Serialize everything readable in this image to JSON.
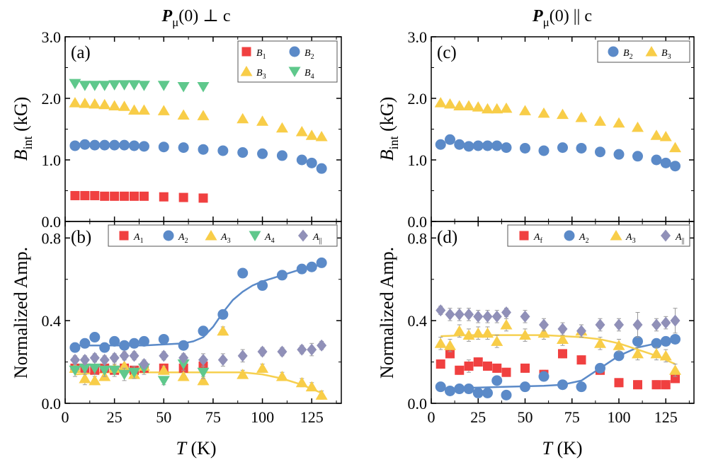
{
  "colors": {
    "red": "#f04040",
    "blue": "#5b8ac8",
    "yellow": "#f8cd48",
    "green": "#5fc88c",
    "purple": "#9090b8",
    "fitBlue": "#5b8ac8",
    "fitYellow": "#f6d050"
  },
  "titles": {
    "left": {
      "main": "P",
      "sub": "μ",
      "rest": "(0) ⊥ c"
    },
    "right": {
      "main": "P",
      "sub": "μ",
      "rest": "(0) || c"
    }
  },
  "xaxis": {
    "label_var": "T",
    "label_unit": " (K)",
    "ticks": [
      "0",
      "25",
      "50",
      "75",
      "100",
      "125"
    ]
  },
  "yaxis_top": {
    "label_main": "B",
    "label_sub": "int",
    "label_unit": " (kG)",
    "ticks": [
      "0.0",
      "1.0",
      "2.0",
      "3.0"
    ]
  },
  "yaxis_bottom": {
    "label": "Normalized Amp.",
    "ticks": [
      "0.0",
      "0.4",
      "0.8"
    ]
  },
  "panel_labels": {
    "a": "(a)",
    "b": "(b)",
    "c": "(c)",
    "d": "(d)"
  },
  "chart_data": [
    {
      "panel": "(a)",
      "type": "scatter",
      "xlim": [
        0,
        140
      ],
      "ylim": [
        0,
        3.0
      ],
      "legend": "top-right",
      "xlabel": "T (K)",
      "ylabel": "B_int (kG)",
      "series": [
        {
          "name": "B1",
          "label": "B",
          "sub": "1",
          "marker": "square",
          "color": "red",
          "x": [
            5,
            10,
            15,
            20,
            25,
            30,
            35,
            40,
            50,
            60,
            70
          ],
          "y": [
            0.42,
            0.42,
            0.42,
            0.41,
            0.41,
            0.41,
            0.41,
            0.41,
            0.4,
            0.39,
            0.38
          ]
        },
        {
          "name": "B2",
          "label": "B",
          "sub": "2",
          "marker": "circle",
          "color": "blue",
          "x": [
            5,
            10,
            15,
            20,
            25,
            30,
            35,
            40,
            50,
            60,
            70,
            80,
            90,
            100,
            110,
            120,
            125,
            130
          ],
          "y": [
            1.23,
            1.25,
            1.24,
            1.24,
            1.24,
            1.24,
            1.23,
            1.22,
            1.21,
            1.2,
            1.17,
            1.15,
            1.12,
            1.1,
            1.07,
            1.0,
            0.95,
            0.86
          ]
        },
        {
          "name": "B3",
          "label": "B",
          "sub": "3",
          "marker": "triangle",
          "color": "yellow",
          "x": [
            5,
            10,
            15,
            20,
            25,
            30,
            35,
            40,
            50,
            60,
            70,
            90,
            100,
            110,
            120,
            125,
            130
          ],
          "y": [
            1.93,
            1.92,
            1.91,
            1.9,
            1.88,
            1.87,
            1.81,
            1.81,
            1.8,
            1.73,
            1.72,
            1.67,
            1.63,
            1.52,
            1.46,
            1.4,
            1.38
          ]
        },
        {
          "name": "B4",
          "label": "B",
          "sub": "4",
          "marker": "triangle-down",
          "color": "green",
          "x": [
            5,
            10,
            15,
            20,
            25,
            30,
            35,
            40,
            50,
            60,
            70
          ],
          "y": [
            2.24,
            2.21,
            2.21,
            2.21,
            2.22,
            2.22,
            2.22,
            2.21,
            2.21,
            2.19,
            2.19
          ]
        }
      ]
    },
    {
      "panel": "(b)",
      "type": "scatter",
      "xlim": [
        0,
        140
      ],
      "ylim": [
        0,
        0.88
      ],
      "legend": "top",
      "xlabel": "T (K)",
      "ylabel": "Normalized Amp.",
      "series": [
        {
          "name": "A1",
          "label": "A",
          "sub": "1",
          "marker": "square",
          "color": "red",
          "x": [
            5,
            10,
            15,
            20,
            25,
            30,
            35,
            40,
            50,
            60,
            70
          ],
          "y": [
            0.17,
            0.17,
            0.16,
            0.17,
            0.16,
            0.17,
            0.16,
            0.17,
            0.17,
            0.17,
            0.18
          ],
          "err": [
            0.02,
            0.02,
            0.02,
            0.02,
            0.02,
            0.02,
            0.02,
            0.02,
            0.02,
            0.02,
            0.02
          ]
        },
        {
          "name": "A2",
          "label": "A",
          "sub": "2",
          "marker": "circle",
          "color": "blue",
          "x": [
            5,
            10,
            15,
            20,
            25,
            30,
            35,
            40,
            50,
            60,
            70,
            80,
            90,
            100,
            110,
            120,
            125,
            130
          ],
          "y": [
            0.27,
            0.29,
            0.32,
            0.27,
            0.3,
            0.28,
            0.29,
            0.3,
            0.31,
            0.28,
            0.35,
            0.43,
            0.63,
            0.57,
            0.62,
            0.65,
            0.66,
            0.68
          ],
          "err": [
            0.02,
            0.02,
            0.02,
            0.02,
            0.02,
            0.02,
            0.02,
            0.02,
            0.02,
            0.02,
            0.02,
            0.02,
            0.02,
            0.02,
            0.02,
            0.02,
            0.02,
            0.02
          ]
        },
        {
          "name": "A3",
          "label": "A",
          "sub": "3",
          "marker": "triangle",
          "color": "yellow",
          "x": [
            5,
            10,
            15,
            20,
            25,
            30,
            35,
            40,
            50,
            60,
            70,
            80,
            90,
            100,
            110,
            120,
            125,
            130
          ],
          "y": [
            0.17,
            0.12,
            0.11,
            0.13,
            0.17,
            0.18,
            0.14,
            0.18,
            0.16,
            0.13,
            0.11,
            0.35,
            0.14,
            0.17,
            0.13,
            0.1,
            0.08,
            0.04
          ],
          "err": [
            0.02,
            0.03,
            0.02,
            0.02,
            0.03,
            0.03,
            0.02,
            0.02,
            0.02,
            0.02,
            0.02,
            0.02,
            0.02,
            0.02,
            0.02,
            0.02,
            0.02,
            0.02
          ]
        },
        {
          "name": "A4",
          "label": "A",
          "sub": "4",
          "marker": "triangle-down",
          "color": "green",
          "x": [
            5,
            10,
            15,
            20,
            25,
            30,
            35,
            40,
            50,
            60,
            70
          ],
          "y": [
            0.16,
            0.17,
            0.17,
            0.16,
            0.16,
            0.14,
            0.15,
            0.17,
            0.11,
            0.19,
            0.15
          ],
          "err": [
            0.03,
            0.03,
            0.03,
            0.03,
            0.03,
            0.03,
            0.03,
            0.03,
            0.02,
            0.03,
            0.03
          ]
        },
        {
          "name": "A||",
          "label": "A",
          "sub": "||",
          "marker": "diamond",
          "color": "purple",
          "x": [
            5,
            10,
            15,
            20,
            25,
            30,
            35,
            40,
            50,
            60,
            70,
            80,
            90,
            100,
            110,
            120,
            125,
            130
          ],
          "y": [
            0.21,
            0.21,
            0.22,
            0.21,
            0.22,
            0.23,
            0.23,
            0.19,
            0.23,
            0.22,
            0.21,
            0.21,
            0.23,
            0.25,
            0.25,
            0.26,
            0.26,
            0.28
          ],
          "err": [
            0.02,
            0.02,
            0.02,
            0.02,
            0.02,
            0.02,
            0.02,
            0.02,
            0.02,
            0.02,
            0.03,
            0.03,
            0.03,
            0.02,
            0.02,
            0.02,
            0.03,
            0.02
          ]
        }
      ],
      "fits": [
        {
          "color": "fitBlue",
          "x": [
            5,
            20,
            40,
            60,
            65,
            70,
            75,
            80,
            85,
            90,
            95,
            100,
            110,
            120,
            130
          ],
          "y": [
            0.28,
            0.28,
            0.28,
            0.29,
            0.3,
            0.32,
            0.37,
            0.44,
            0.5,
            0.54,
            0.57,
            0.59,
            0.62,
            0.65,
            0.67
          ]
        },
        {
          "color": "fitYellow",
          "x": [
            5,
            20,
            40,
            60,
            80,
            90,
            100,
            110,
            120,
            125,
            130
          ],
          "y": [
            0.14,
            0.15,
            0.15,
            0.15,
            0.15,
            0.15,
            0.14,
            0.12,
            0.09,
            0.07,
            0.05
          ]
        }
      ]
    },
    {
      "panel": "(c)",
      "type": "scatter",
      "xlim": [
        0,
        140
      ],
      "ylim": [
        0,
        3.0
      ],
      "legend": "top-right",
      "xlabel": "T (K)",
      "ylabel": "B_int (kG)",
      "series": [
        {
          "name": "B2",
          "label": "B",
          "sub": "2",
          "marker": "circle",
          "color": "blue",
          "x": [
            5,
            10,
            15,
            20,
            25,
            30,
            35,
            40,
            50,
            60,
            70,
            80,
            90,
            100,
            110,
            120,
            125,
            130
          ],
          "y": [
            1.25,
            1.33,
            1.25,
            1.22,
            1.23,
            1.23,
            1.23,
            1.2,
            1.19,
            1.15,
            1.2,
            1.19,
            1.13,
            1.09,
            1.06,
            1.0,
            0.95,
            0.9
          ]
        },
        {
          "name": "B3",
          "label": "B",
          "sub": "3",
          "marker": "triangle",
          "color": "yellow",
          "x": [
            5,
            10,
            15,
            20,
            25,
            30,
            35,
            40,
            50,
            60,
            70,
            80,
            90,
            100,
            110,
            120,
            125,
            130
          ],
          "y": [
            1.93,
            1.91,
            1.88,
            1.88,
            1.86,
            1.83,
            1.83,
            1.84,
            1.8,
            1.76,
            1.74,
            1.69,
            1.63,
            1.6,
            1.53,
            1.4,
            1.38,
            1.2
          ]
        }
      ]
    },
    {
      "panel": "(d)",
      "type": "scatter",
      "xlim": [
        0,
        140
      ],
      "ylim": [
        0,
        0.88
      ],
      "legend": "top",
      "xlabel": "T (K)",
      "ylabel": "Normalized Amp.",
      "series": [
        {
          "name": "Af",
          "label": "A",
          "sub": "f",
          "marker": "square",
          "color": "red",
          "x": [
            5,
            10,
            15,
            20,
            25,
            30,
            35,
            40,
            50,
            60,
            70,
            80,
            90,
            100,
            110,
            120,
            125,
            130
          ],
          "y": [
            0.19,
            0.24,
            0.16,
            0.18,
            0.2,
            0.18,
            0.17,
            0.15,
            0.17,
            0.14,
            0.24,
            0.21,
            0.16,
            0.1,
            0.09,
            0.09,
            0.09,
            0.12
          ],
          "err": [
            0.02,
            0.02,
            0.02,
            0.03,
            0.02,
            0.02,
            0.02,
            0.02,
            0.02,
            0.02,
            0.02,
            0.02,
            0.02,
            0.02,
            0.02,
            0.02,
            0.02,
            0.02
          ]
        },
        {
          "name": "A2",
          "label": "A",
          "sub": "2",
          "marker": "circle",
          "color": "blue",
          "x": [
            5,
            10,
            15,
            20,
            25,
            30,
            35,
            40,
            50,
            60,
            70,
            80,
            90,
            100,
            110,
            120,
            125,
            130
          ],
          "y": [
            0.08,
            0.06,
            0.07,
            0.07,
            0.05,
            0.05,
            0.11,
            0.04,
            0.08,
            0.13,
            0.09,
            0.08,
            0.17,
            0.23,
            0.3,
            0.29,
            0.3,
            0.31
          ],
          "err": [
            0.02,
            0.02,
            0.02,
            0.02,
            0.02,
            0.02,
            0.02,
            0.02,
            0.02,
            0.02,
            0.02,
            0.02,
            0.02,
            0.02,
            0.02,
            0.02,
            0.02,
            0.02
          ]
        },
        {
          "name": "A3",
          "label": "A",
          "sub": "3",
          "marker": "triangle",
          "color": "yellow",
          "x": [
            5,
            10,
            15,
            20,
            25,
            30,
            35,
            40,
            50,
            60,
            70,
            80,
            90,
            100,
            110,
            120,
            125,
            130
          ],
          "y": [
            0.29,
            0.28,
            0.35,
            0.33,
            0.34,
            0.34,
            0.3,
            0.38,
            0.33,
            0.34,
            0.31,
            0.35,
            0.29,
            0.28,
            0.24,
            0.24,
            0.23,
            0.16
          ],
          "err": [
            0.03,
            0.03,
            0.03,
            0.03,
            0.03,
            0.03,
            0.03,
            0.03,
            0.03,
            0.03,
            0.03,
            0.03,
            0.03,
            0.03,
            0.03,
            0.03,
            0.03,
            0.03
          ]
        },
        {
          "name": "A||",
          "label": "A",
          "sub": "||",
          "marker": "diamond",
          "color": "purple",
          "x": [
            5,
            10,
            15,
            20,
            25,
            30,
            35,
            40,
            50,
            60,
            70,
            80,
            90,
            100,
            110,
            120,
            125,
            130
          ],
          "y": [
            0.45,
            0.43,
            0.43,
            0.43,
            0.42,
            0.42,
            0.42,
            0.44,
            0.42,
            0.38,
            0.36,
            0.35,
            0.38,
            0.38,
            0.38,
            0.38,
            0.39,
            0.4
          ],
          "err": [
            0.02,
            0.03,
            0.03,
            0.03,
            0.03,
            0.03,
            0.03,
            0.02,
            0.03,
            0.03,
            0.03,
            0.03,
            0.03,
            0.03,
            0.06,
            0.03,
            0.03,
            0.06
          ]
        }
      ],
      "fits": [
        {
          "color": "fitBlue",
          "x": [
            5,
            20,
            40,
            60,
            70,
            80,
            85,
            90,
            95,
            100,
            110,
            120,
            130
          ],
          "y": [
            0.07,
            0.075,
            0.08,
            0.085,
            0.09,
            0.11,
            0.14,
            0.17,
            0.2,
            0.23,
            0.27,
            0.29,
            0.3
          ]
        },
        {
          "color": "fitYellow",
          "x": [
            5,
            20,
            40,
            60,
            80,
            90,
            100,
            110,
            120,
            130
          ],
          "y": [
            0.325,
            0.33,
            0.33,
            0.33,
            0.32,
            0.31,
            0.29,
            0.26,
            0.23,
            0.19
          ]
        }
      ]
    }
  ]
}
